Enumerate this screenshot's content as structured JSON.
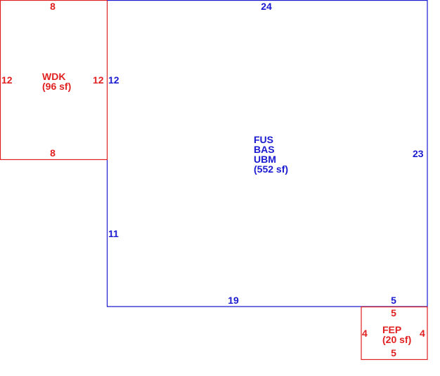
{
  "colors": {
    "wdk": "#e02020",
    "main": "#1a1ad0",
    "fep": "#e02020"
  },
  "wdk": {
    "code": "WDK",
    "area": "(96 sf)",
    "dims": {
      "top": "8",
      "bottom": "8",
      "left": "12",
      "right": "12"
    }
  },
  "main": {
    "codes": [
      "FUS",
      "BAS",
      "UBM"
    ],
    "area": "(552 sf)",
    "dims": {
      "top": "24",
      "right": "23",
      "left_upper": "12",
      "left_lower": "11",
      "bottom_left": "19",
      "bottom_right": "5"
    }
  },
  "fep": {
    "code": "FEP",
    "area": "(20 sf)",
    "dims": {
      "top": "5",
      "bottom": "5",
      "left": "4",
      "right": "4"
    }
  }
}
